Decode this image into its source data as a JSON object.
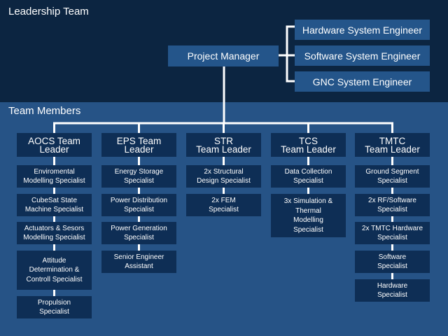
{
  "leadership": {
    "title": "Leadership Team",
    "project_manager": "Project Manager",
    "engineers": [
      "Hardware System Engineer",
      "Software System Engineer",
      "GNC System Engineer"
    ]
  },
  "members": {
    "title": "Team Members",
    "teams": [
      {
        "leader": "AOCS Team\nLeader",
        "roles": [
          "Enviromental\nModelling Specialist",
          "CubeSat State\nMachine Specialist",
          "Actuators & Sesors\nModelling  Specialist",
          "Attitude\nDetermination &\nControll  Specialist",
          "Propulsion\nSpecialist"
        ]
      },
      {
        "leader": "EPS Team\nLeader",
        "roles": [
          "Energy Storage\nSpecialist",
          "Power Distribution\nSpecialist",
          "Power Generation\nSpecialist",
          "Senior Engineer\nAssistant"
        ]
      },
      {
        "leader": "STR\nTeam Leader",
        "roles": [
          "2x Structural\nDesign Specialist",
          "2x FEM\nSpecialist"
        ]
      },
      {
        "leader": "TCS\nTeam Leader",
        "roles": [
          "Data Collection\nSpecialist",
          "3x Simulation &\nThermal\nModelling\nSpecialist"
        ]
      },
      {
        "leader": "TMTC\nTeam Leader",
        "roles": [
          "Ground Segment\nSpecialist",
          "2x RF/Software\nSpecialist",
          "2x TMTC Hardware\nSpecialist",
          "Software\nSpecialist",
          "Hardware\nSpecialist"
        ]
      }
    ]
  }
}
